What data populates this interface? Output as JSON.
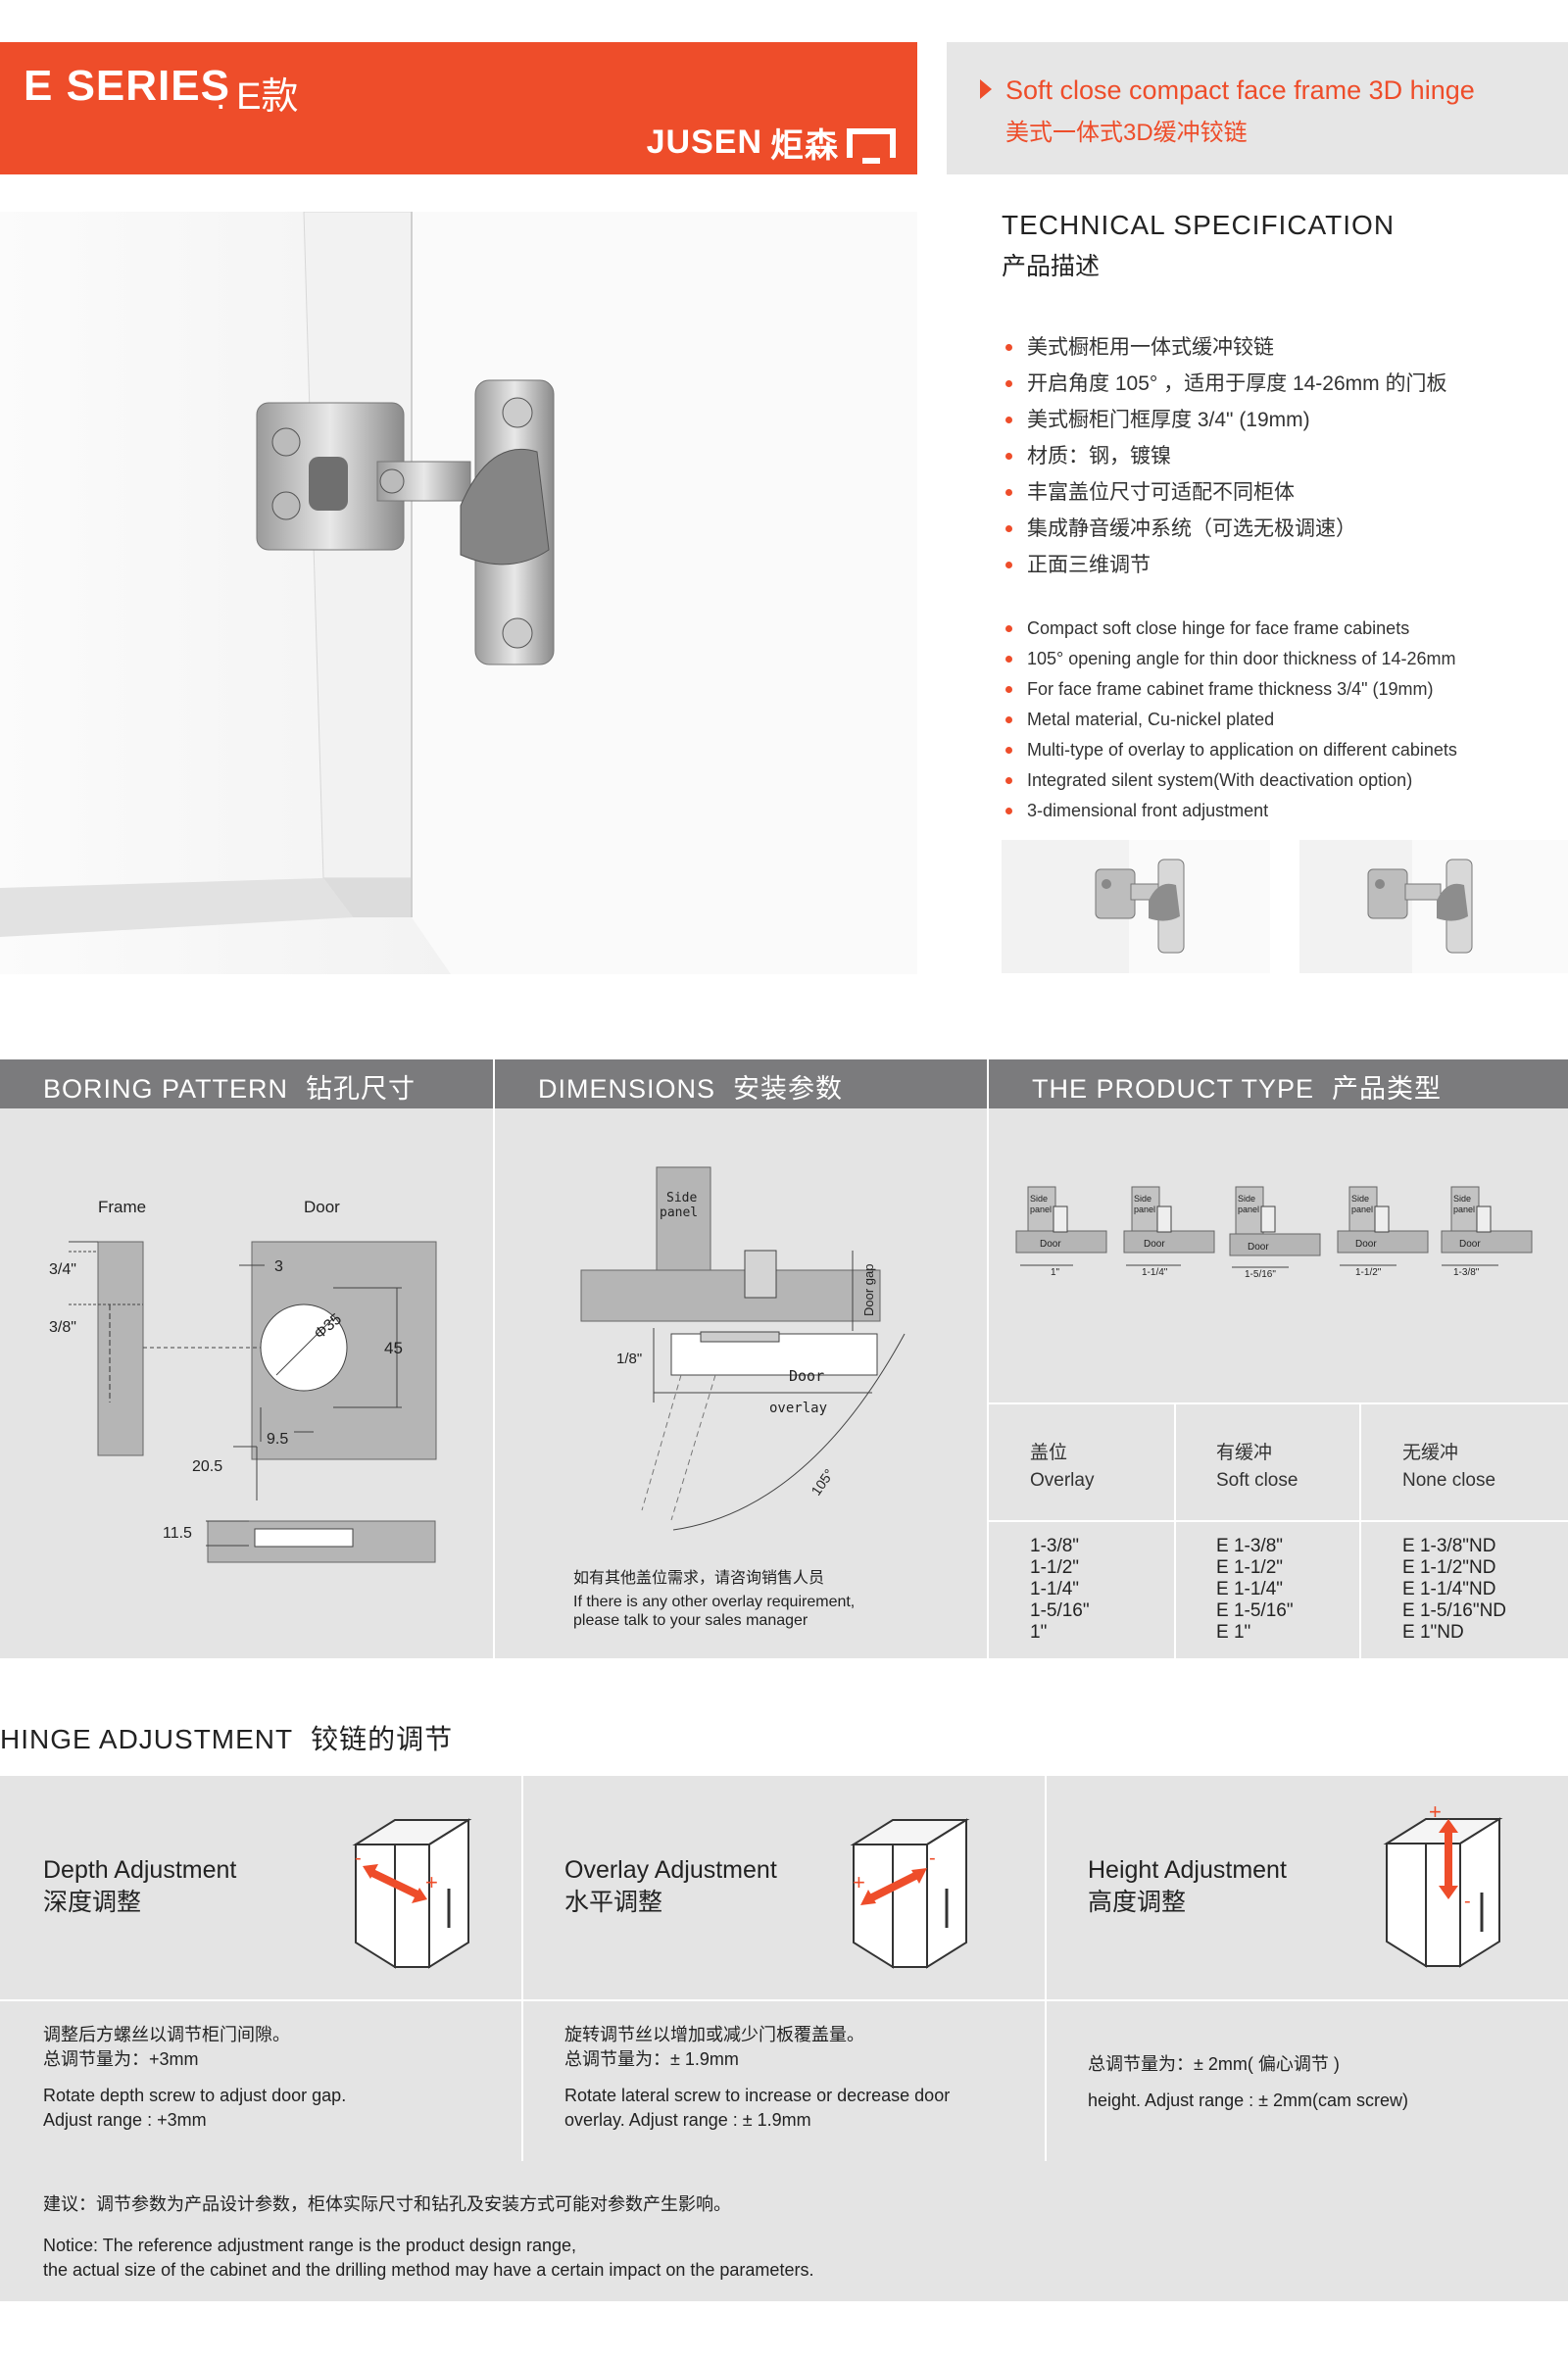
{
  "header": {
    "series_title": "E SERIES",
    "series_subtitle": ". E款",
    "brand_en": "JUSEN",
    "brand_cn": "炬森",
    "product_en": "Soft close compact face frame 3D hinge",
    "product_cn": "美式一体式3D缓冲铰链"
  },
  "tech_spec": {
    "title_en": "TECHNICAL SPECIFICATION",
    "title_cn": "产品描述",
    "features_cn": [
      "美式橱柜用一体式缓冲铰链",
      "开启角度 105° ，适用于厚度 14-26mm 的门板",
      "美式橱柜门框厚度 3/4\" (19mm)",
      "材质：钢，镀镍",
      "丰富盖位尺寸可适配不同柜体",
      "集成静音缓冲系统（可选无极调速）",
      "正面三维调节"
    ],
    "features_en": [
      "Compact soft close hinge for face frame cabinets",
      "105° opening angle for thin door thickness of 14-26mm",
      "For face frame cabinet frame thickness 3/4\" (19mm)",
      "Metal material, Cu-nickel plated",
      "Multi-type of overlay to application on different cabinets",
      "Integrated silent system(With deactivation option)",
      "3-dimensional front adjustment"
    ]
  },
  "boring": {
    "title_en": "BORING PATTERN",
    "title_cn": "钻孔尺寸",
    "frame_label": "Frame",
    "door_label": "Door",
    "dim_3_4": "3/4\"",
    "dim_3_8": "3/8\"",
    "dim_3": "3",
    "dim_35": "Φ35",
    "dim_45": "45",
    "dim_9_5": "9.5",
    "dim_20_5": "20.5",
    "dim_11_5": "11.5"
  },
  "dimensions": {
    "title_en": "DIMENSIONS",
    "title_cn": "安装参数",
    "side_panel": [
      "Side",
      "panel"
    ],
    "door_gap": "Door gap",
    "eighth": "1/8\"",
    "door": "Door",
    "overlay": "overlay",
    "angle": "105°",
    "note_cn": "如有其他盖位需求，请咨询销售人员",
    "note_en_1": "If there is any other overlay requirement,",
    "note_en_2": "please talk to your sales manager"
  },
  "product_type": {
    "title_en": "THE PRODUCT TYPE",
    "title_cn": "产品类型",
    "diagrams": [
      {
        "side": [
          "Side",
          "panel"
        ],
        "door": "Door",
        "overlay": "1\""
      },
      {
        "side": [
          "Side",
          "panel"
        ],
        "door": "Door",
        "overlay": "1-1/4\""
      },
      {
        "side": [
          "Side",
          "panel"
        ],
        "door": "Door",
        "overlay": "1-5/16\""
      },
      {
        "side": [
          "Side",
          "panel"
        ],
        "door": "Door",
        "overlay": "1-1/2\""
      },
      {
        "side": [
          "Side",
          "panel"
        ],
        "door": "Door",
        "overlay": "1-3/8\""
      }
    ],
    "columns": [
      {
        "cn": "盖位",
        "en": "Overlay",
        "values": [
          "1-3/8\"",
          "1-1/2\"",
          "1-1/4\"",
          "1-5/16\"",
          "1\""
        ]
      },
      {
        "cn": "有缓冲",
        "en": "Soft close",
        "values": [
          "E 1-3/8\"",
          "E 1-1/2\"",
          "E 1-1/4\"",
          "E 1-5/16\"",
          "E 1\""
        ]
      },
      {
        "cn": "无缓冲",
        "en": "None close",
        "values": [
          "E 1-3/8\"ND",
          "E 1-1/2\"ND",
          "E 1-1/4\"ND",
          "E 1-5/16\"ND",
          "E 1\"ND"
        ]
      }
    ]
  },
  "adjustment": {
    "title_en": "HINGE ADJUSTMENT",
    "title_cn": "铰链的调节",
    "items": [
      {
        "name_en": "Depth Adjustment",
        "name_cn": "深度调整",
        "desc_cn_1": "调整后方螺丝以调节柜门间隙。",
        "desc_cn_2": "总调节量为：+3mm",
        "desc_en_1": "Rotate depth screw to adjust door gap.",
        "desc_en_2": "Adjust range : +3mm"
      },
      {
        "name_en": "Overlay Adjustment",
        "name_cn": "水平调整",
        "desc_cn_1": "旋转调节丝以增加或减少门板覆盖量。",
        "desc_cn_2": "总调节量为：± 1.9mm",
        "desc_en_1": "Rotate lateral screw to increase or decrease door",
        "desc_en_2": "overlay. Adjust range : ± 1.9mm"
      },
      {
        "name_en": "Height Adjustment",
        "name_cn": "高度调整",
        "desc_cn_1": "总调节量为：± 2mm( 偏心调节 )",
        "desc_en_1": "height. Adjust range : ± 2mm(cam screw)"
      }
    ],
    "plus": "+",
    "minus": "-"
  },
  "notice": {
    "cn": "建议：调节参数为产品设计参数，柜体实际尺寸和钻孔及安装方式可能对参数产生影响。",
    "en_1": "Notice: The reference adjustment range is the product design range,",
    "en_2": "the actual size of the cabinet and the drilling method may have a certain impact on the parameters."
  },
  "colors": {
    "brand_orange": "#ee4d2a",
    "header_grey": "#7b7b7d",
    "panel_grey": "#e4e4e4"
  }
}
